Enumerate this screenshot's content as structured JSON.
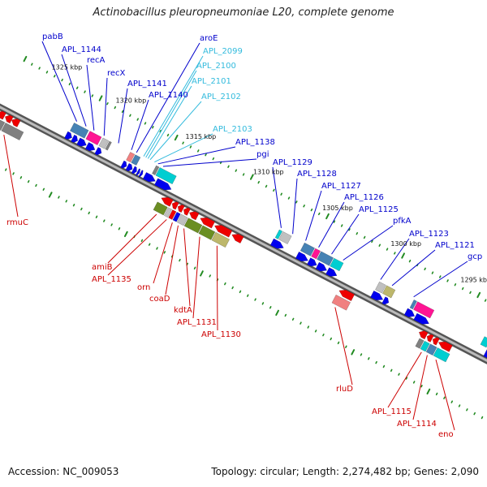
{
  "title": "Actinobacillus pleuropneumoniae L20, complete genome",
  "footer": {
    "accession": "Accession: NC_009053",
    "summary": "Topology: circular; Length: 2,274,482 bp; Genes: 2,090"
  },
  "ticks": [
    "1325 kbp",
    "1320 kbp",
    "1315 kbp",
    "1310 kbp",
    "1305 kbp",
    "1300 kbp",
    "1295 kbp"
  ],
  "top_labels": [
    {
      "text": "pabB",
      "color": "#0000cc"
    },
    {
      "text": "APL_1144",
      "color": "#0000cc"
    },
    {
      "text": "recA",
      "color": "#0000cc"
    },
    {
      "text": "recX",
      "color": "#0000cc"
    },
    {
      "text": "APL_1141",
      "color": "#0000cc"
    },
    {
      "text": "APL_1140",
      "color": "#0000cc"
    },
    {
      "text": "aroE",
      "color": "#0000cc"
    },
    {
      "text": "APL_2099",
      "color": "#33bbdd"
    },
    {
      "text": "APL_2100",
      "color": "#33bbdd"
    },
    {
      "text": "APL_2101",
      "color": "#33bbdd"
    },
    {
      "text": "APL_2102",
      "color": "#33bbdd"
    },
    {
      "text": "APL_2103",
      "color": "#33bbdd"
    },
    {
      "text": "APL_1138",
      "color": "#0000cc"
    },
    {
      "text": "pgi",
      "color": "#0000cc"
    },
    {
      "text": "APL_1129",
      "color": "#0000cc"
    },
    {
      "text": "APL_1128",
      "color": "#0000cc"
    },
    {
      "text": "APL_1127",
      "color": "#0000cc"
    },
    {
      "text": "APL_1126",
      "color": "#0000cc"
    },
    {
      "text": "APL_1125",
      "color": "#0000cc"
    },
    {
      "text": "pfkA",
      "color": "#0000cc"
    },
    {
      "text": "APL_1123",
      "color": "#0000cc"
    },
    {
      "text": "APL_1121",
      "color": "#0000cc"
    },
    {
      "text": "gcp",
      "color": "#0000cc"
    }
  ],
  "bottom_labels": [
    {
      "text": "rmuC",
      "color": "#cc0000"
    },
    {
      "text": "amiB",
      "color": "#cc0000"
    },
    {
      "text": "APL_1135",
      "color": "#cc0000"
    },
    {
      "text": "orn",
      "color": "#cc0000"
    },
    {
      "text": "coaD",
      "color": "#cc0000"
    },
    {
      "text": "kdtA",
      "color": "#cc0000"
    },
    {
      "text": "APL_1131",
      "color": "#cc0000"
    },
    {
      "text": "APL_1130",
      "color": "#cc0000"
    },
    {
      "text": "rluD",
      "color": "#cc0000"
    },
    {
      "text": "APL_1115",
      "color": "#cc0000"
    },
    {
      "text": "APL_1114",
      "color": "#cc0000"
    },
    {
      "text": "eno",
      "color": "#cc0000"
    }
  ],
  "colors": {
    "forward_arrow": "#0000ee",
    "reverse_arrow": "#ee0000",
    "steel_blue": "#4682b4",
    "pink": "#ff1493",
    "gray": "#808080",
    "light_gray": "#c0c0c0",
    "olive": "#6b8e23",
    "khaki": "#bdb76b",
    "cyan": "#00ced1",
    "salmon": "#f08080",
    "backbone": "#888888",
    "tick_green": "#228b22"
  }
}
